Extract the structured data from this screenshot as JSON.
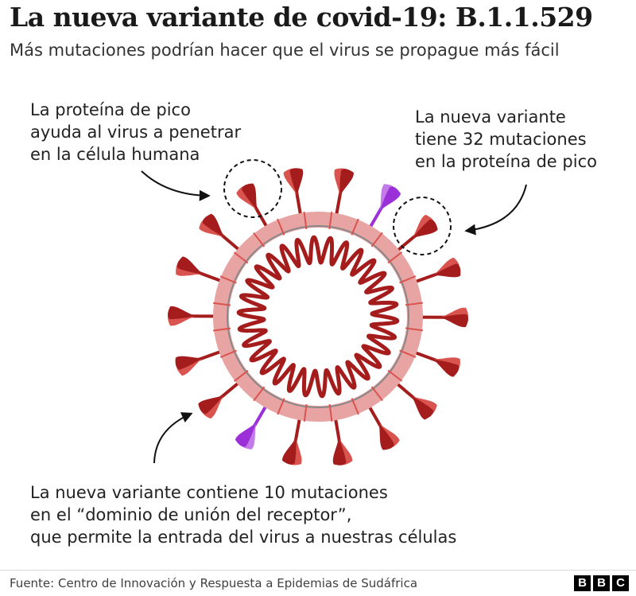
{
  "title": "La nueva variante de covid-19: B.1.1.529",
  "subtitle": "Más mutaciones podrían hacer que el virus se propague más fácil",
  "annotations": {
    "left": [
      "La proteína de pico",
      "ayuda al virus a penetrar",
      "en la célula humana"
    ],
    "right": [
      "La nueva variante",
      "tiene 32 mutaciones",
      "en la proteína de pico"
    ],
    "bottom": [
      "La nueva variante contiene 10 mutaciones",
      "en el “dominio de unión del receptor”,",
      "que permite la entrada del virus a nuestras células"
    ]
  },
  "source": "Fuente: Centro de Innovación y Respuesta a Epidemias de Sudáfrica",
  "logo": [
    "B",
    "B",
    "C"
  ],
  "colors": {
    "spike_dark": "#a51c1c",
    "spike_light": "#d9534f",
    "mutated_spike": "#9b30d9",
    "membrane": "#e8a3a3",
    "membrane_line": "#888888",
    "rna_coil": "#a51c1c"
  },
  "virus": {
    "spike_count": 18,
    "mutated_spike_count": 2,
    "rna_coil_turns": 30
  }
}
